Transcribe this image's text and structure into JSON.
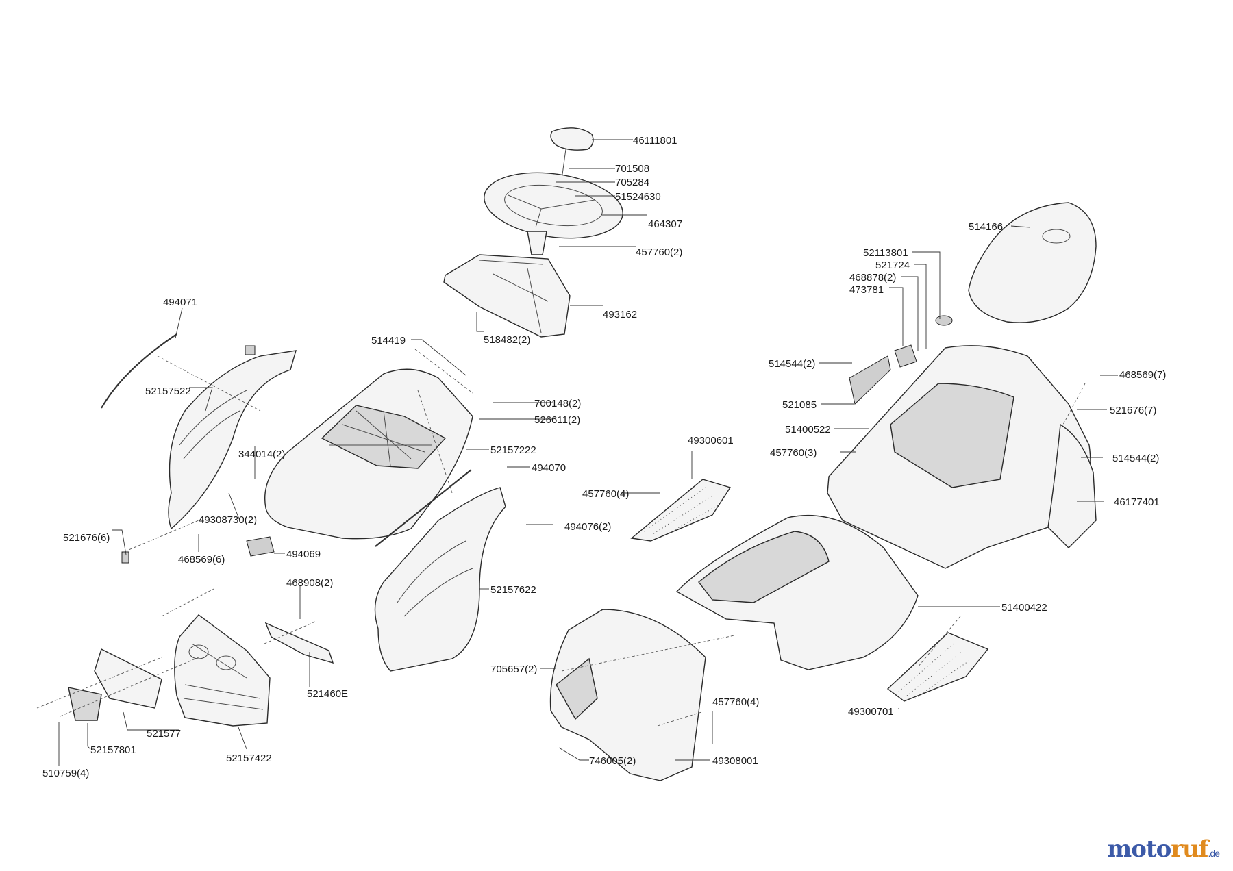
{
  "part_labels": [
    "46111801",
    "701508",
    "705284",
    "51524630",
    "464307",
    "457760(2)",
    "493162",
    "518482(2)",
    "494071",
    "52157522",
    "344014(2)",
    "49308730(2)",
    "521676(6)",
    "468569(6)",
    "514419",
    "700148(2)",
    "526611(2)",
    "52157222",
    "494070",
    "494076(2)",
    "494069",
    "52157622",
    "468908(2)",
    "521460E",
    "521577",
    "52157801",
    "52157422",
    "510759(4)",
    "514166",
    "52113801",
    "521724",
    "468878(2)",
    "473781",
    "514544(2)",
    "521085",
    "51400522",
    "457760(3)",
    "468569(7)",
    "521676(7)",
    "514544(2)",
    "46177401",
    "49300601",
    "457760(4)",
    "705657(2)",
    "51400422",
    "457760(4)",
    "49300701",
    "746005(2)",
    "49308001"
  ],
  "logo": {
    "main_blue": "moto",
    "main_orange": "ruf",
    "suffix": ".de"
  },
  "colors": {
    "line": "#2a2a2a",
    "logo_blue": "#3c5aa8",
    "logo_orange": "#e08a1e"
  }
}
